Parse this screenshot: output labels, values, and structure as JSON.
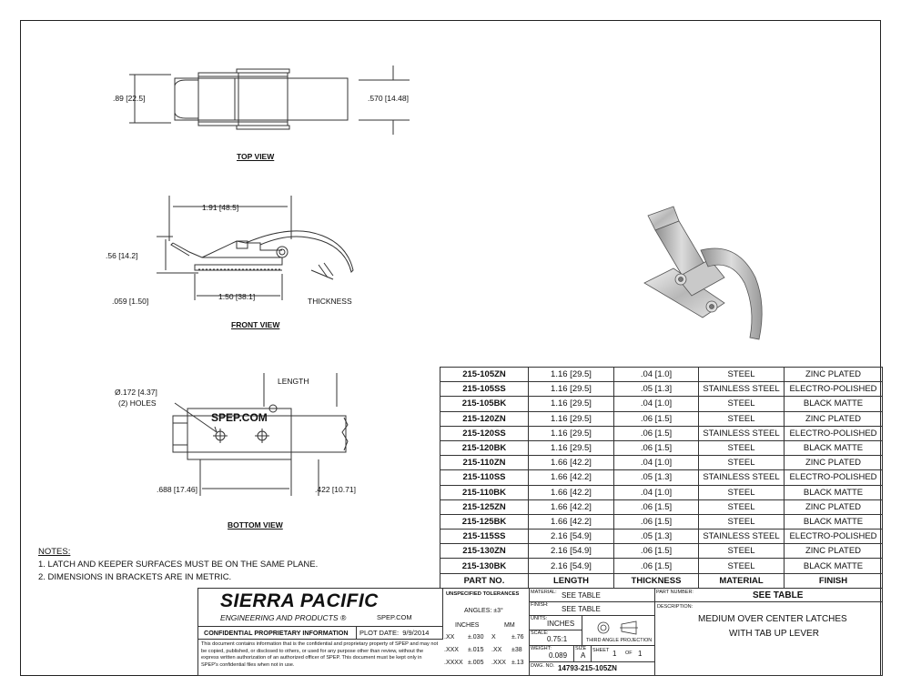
{
  "views": {
    "top": {
      "title": "TOP VIEW",
      "dim_left": ".89",
      "dim_left_mm": "22.5",
      "dim_right": ".570",
      "dim_right_mm": "14.48"
    },
    "front": {
      "title": "FRONT VIEW",
      "dim_top": "1.91",
      "dim_top_mm": "48.5",
      "dim_left": ".56",
      "dim_left_mm": "14.2",
      "dim_bottom_left": ".059",
      "dim_bottom_left_mm": "1.50",
      "dim_bottom": "1.50",
      "dim_bottom_mm": "38.1",
      "thickness_label": "THICKNESS"
    },
    "bottom": {
      "title": "BOTTOM VIEW",
      "length_label": "LENGTH",
      "hole_dia": "Ø.172",
      "hole_dia_mm": "4.37",
      "holes_label": "(2) HOLES",
      "stamp": "SPEP.COM",
      "dim_left": ".688",
      "dim_left_mm": "17.46",
      "dim_right": ".422",
      "dim_right_mm": "10.71"
    }
  },
  "parts_table": {
    "headers": [
      "PART NO.",
      "LENGTH",
      "THICKNESS",
      "MATERIAL",
      "FINISH"
    ],
    "rows": [
      [
        "215-105ZN",
        "1.16 [29.5]",
        ".04 [1.0]",
        "STEEL",
        "ZINC PLATED"
      ],
      [
        "215-105SS",
        "1.16 [29.5]",
        ".05 [1.3]",
        "STAINLESS STEEL",
        "ELECTRO-POLISHED"
      ],
      [
        "215-105BK",
        "1.16 [29.5]",
        ".04 [1.0]",
        "STEEL",
        "BLACK MATTE"
      ],
      [
        "215-120ZN",
        "1.16 [29.5]",
        ".06 [1.5]",
        "STEEL",
        "ZINC PLATED"
      ],
      [
        "215-120SS",
        "1.16 [29.5]",
        ".06 [1.5]",
        "STAINLESS STEEL",
        "ELECTRO-POLISHED"
      ],
      [
        "215-120BK",
        "1.16 [29.5]",
        ".06 [1.5]",
        "STEEL",
        "BLACK MATTE"
      ],
      [
        "215-110ZN",
        "1.66 [42.2]",
        ".04 [1.0]",
        "STEEL",
        "ZINC PLATED"
      ],
      [
        "215-110SS",
        "1.66 [42.2]",
        ".05 [1.3]",
        "STAINLESS STEEL",
        "ELECTRO-POLISHED"
      ],
      [
        "215-110BK",
        "1.66 [42.2]",
        ".04 [1.0]",
        "STEEL",
        "BLACK MATTE"
      ],
      [
        "215-125ZN",
        "1.66 [42.2]",
        ".06 [1.5]",
        "STEEL",
        "ZINC PLATED"
      ],
      [
        "215-125BK",
        "1.66 [42.2]",
        ".06 [1.5]",
        "STEEL",
        "BLACK MATTE"
      ],
      [
        "215-115SS",
        "2.16 [54.9]",
        ".05 [1.3]",
        "STAINLESS STEEL",
        "ELECTRO-POLISHED"
      ],
      [
        "215-130ZN",
        "2.16 [54.9]",
        ".06 [1.5]",
        "STEEL",
        "ZINC PLATED"
      ],
      [
        "215-130BK",
        "2.16 [54.9]",
        ".06 [1.5]",
        "STEEL",
        "BLACK MATTE"
      ]
    ]
  },
  "notes": {
    "title": "NOTES:",
    "items": [
      "1.  LATCH AND KEEPER SURFACES MUST BE ON THE SAME PLANE.",
      "2.  DIMENSIONS IN BRACKETS ARE IN METRIC."
    ]
  },
  "title_block": {
    "company": "SIERRA PACIFIC",
    "company_sub": "ENGINEERING AND PRODUCTS",
    "registered": "®",
    "website": "SPEP.COM",
    "confidential_title": "CONFIDENTIAL PROPRIETARY INFORMATION",
    "plot_date_label": "PLOT DATE:",
    "plot_date": "9/9/2014",
    "confidential_text": "This document contains information that is the confidential and proprietary property of SPEP and may not be copied, published, or disclosed to others, or used for any purpose other than review, without the express written authorization of an authorized officer of SPEP. This document must be kept only in SPEP's confidential files when not in use.",
    "tolerances_title": "UNSPECIFIED TOLERANCES",
    "angles": "ANGLES: ±3°",
    "inches_label": "INCHES",
    "mm_label": "MM",
    "tol_rows": [
      [
        ".XX",
        "±.030",
        "X",
        "±.76"
      ],
      [
        ".XXX",
        "±.015",
        ".XX",
        "±38"
      ],
      [
        ".XXXX",
        "±.005",
        ".XXX",
        "±.13"
      ]
    ],
    "material_label": "MATERIAL:",
    "material": "SEE TABLE",
    "finish_label": "FINISH:",
    "finish": "SEE TABLE",
    "units_label": "UNITS:",
    "units": "INCHES",
    "scale_label": "SCALE:",
    "scale": "0.75:1",
    "projection_label": "THIRD ANGLE PROJECTION",
    "weight_label": "WEIGHT:",
    "weight": "0.089",
    "size_label": "SIZE",
    "size": "A",
    "sheet_label": "SHEET",
    "sheet": "1",
    "of_label": "OF",
    "sheets": "1",
    "dwg_label": "DWG. NO.",
    "dwg_no": "14793-215-105ZN",
    "part_number_label": "PART NUMBER:",
    "part_number": "SEE TABLE",
    "description_label": "DESCRIPTION:",
    "description_1": "MEDIUM OVER CENTER LATCHES",
    "description_2": "WITH TAB UP LEVER"
  }
}
